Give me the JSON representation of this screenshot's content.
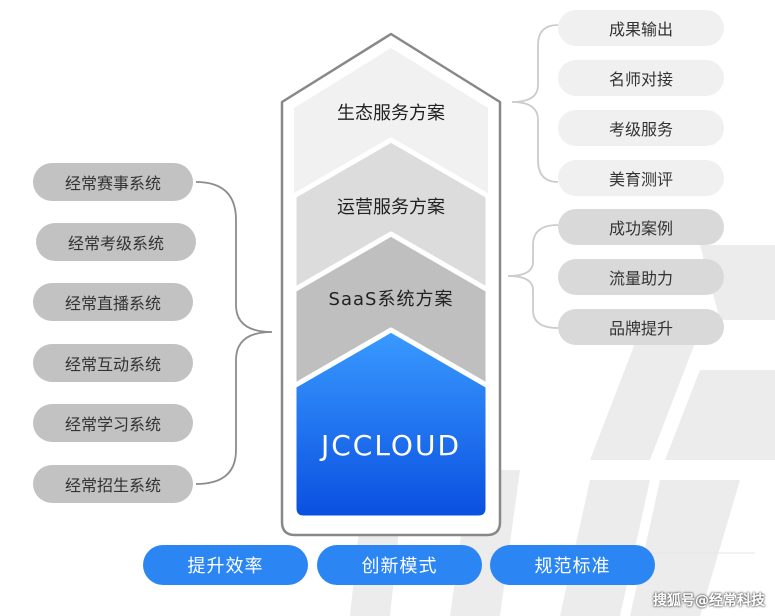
{
  "stack": {
    "top": "生态服务方案",
    "second": "运营服务方案",
    "third": "SaaS系统方案",
    "core": "JCCLOUD"
  },
  "left_items": [
    "经常赛事系统",
    "经常考级系统",
    "经常直播系统",
    "经常互动系统",
    "经常学习系统",
    "经常招生系统"
  ],
  "right_group_top": [
    "成果输出",
    "名师对接",
    "考级服务",
    "美育测评"
  ],
  "right_group_mid": [
    "成功案例",
    "流量助力",
    "品牌提升"
  ],
  "buttons": [
    "提升效率",
    "创新模式",
    "规范标准"
  ],
  "watermark": "搜狐号@经常科技",
  "colors": {
    "core_gradient_top": "#3a9bff",
    "core_gradient_bottom": "#0a4fe0",
    "button": "#2b86f3",
    "left_pill": "#c2c2c2"
  }
}
